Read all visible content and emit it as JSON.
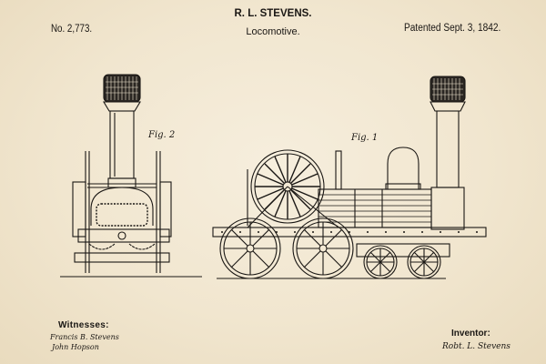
{
  "header": {
    "patent_number": "No. 2,773.",
    "inventor_name": "R. L. STEVENS.",
    "title": "Locomotive.",
    "patent_date": "Patented Sept. 3, 1842."
  },
  "figures": {
    "fig2_label": "Fig. 2",
    "fig1_label": "Fig. 1"
  },
  "footer": {
    "witnesses_label": "Witnesses:",
    "witness_signatures": [
      "Francis B. Stevens",
      "John Hopson"
    ],
    "inventor_label": "Inventor:",
    "inventor_signature": "Robt. L. Stevens"
  },
  "colors": {
    "paper": "#f3e9d4",
    "ink": "#1a1714"
  }
}
